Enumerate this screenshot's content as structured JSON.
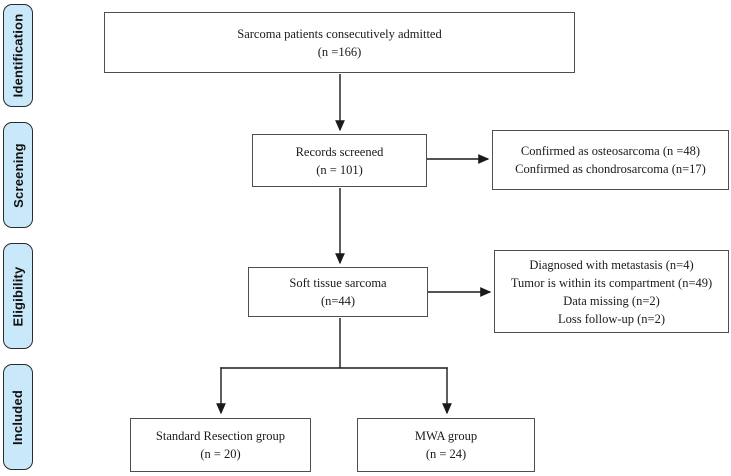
{
  "figure": {
    "type": "prisma-flow-diagram",
    "background_color": "#ffffff",
    "stage_fill_color": "#c9e8f9",
    "stage_border_color": "#2b2b2b",
    "box_border_color": "#4f4f4f",
    "arrow_color": "#1a1a1a",
    "text_color": "#1a1a1a"
  },
  "sidebar": {
    "stages": [
      "Identification",
      "Screening",
      "Eligibility",
      "Included"
    ]
  },
  "flowchart": {
    "nodes": {
      "admitted": {
        "lines": [
          "Sarcoma patients consecutively admitted",
          "(n =166)"
        ]
      },
      "screened": {
        "lines": [
          "Records screened",
          "(n = 101)"
        ]
      },
      "excluded_screening": {
        "lines": [
          "Confirmed as osteosarcoma (n =48)",
          "Confirmed as chondrosarcoma (n=17)"
        ]
      },
      "soft_tissue": {
        "lines": [
          "Soft tissue sarcoma",
          "(n=44)"
        ]
      },
      "excluded_eligibility": {
        "lines": [
          "Diagnosed with metastasis (n=4)",
          "Tumor is within its compartment (n=49)",
          "Data missing (n=2)",
          "Loss follow-up (n=2)"
        ]
      },
      "resection": {
        "lines": [
          "Standard Resection group",
          "(n = 20)"
        ]
      },
      "mwa": {
        "lines": [
          "MWA group",
          "(n = 24)"
        ]
      }
    },
    "edges": [
      {
        "from": "admitted",
        "to": "screened"
      },
      {
        "from": "screened",
        "to": "excluded_screening"
      },
      {
        "from": "screened",
        "to": "soft_tissue"
      },
      {
        "from": "soft_tissue",
        "to": "excluded_eligibility"
      },
      {
        "from": "soft_tissue",
        "to": "resection"
      },
      {
        "from": "soft_tissue",
        "to": "mwa"
      }
    ]
  }
}
